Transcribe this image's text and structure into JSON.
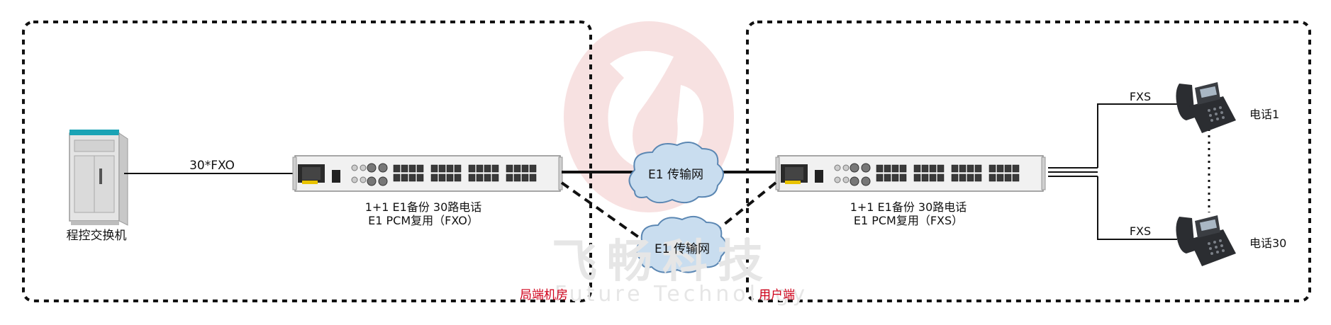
{
  "watermark": {
    "cn_text": "飞畅科技",
    "en_text": "Future Technology",
    "color": "#f2c9c9"
  },
  "zones": {
    "left_label": "局端机房",
    "right_label": "用户端",
    "label_color": "#d0021b"
  },
  "devices": {
    "exchange_label": "程控交换机",
    "pcm_left_line1": "1+1 E1备份 30路电话",
    "pcm_left_line2": "E1 PCM复用（FXO）",
    "pcm_right_line1": "1+1 E1备份 30路电话",
    "pcm_right_line2": "E1 PCM复用（FXS）"
  },
  "links": {
    "fxo_label": "30*FXO",
    "fxs_top_label": "FXS",
    "fxs_bottom_label": "FXS"
  },
  "networks": {
    "top_cloud": "E1 传输网",
    "bottom_cloud": "E1 传输网"
  },
  "phones": {
    "phone_top": "电话1",
    "phone_bottom": "电话30"
  },
  "colors": {
    "rack_body": "#e4e4e4",
    "rack_accent": "#1aa3b5",
    "port": "#3a3a3a",
    "cloud_fill": "#c9ddef",
    "cloud_stroke": "#5b87b3",
    "phone_body": "#2b2d31"
  }
}
